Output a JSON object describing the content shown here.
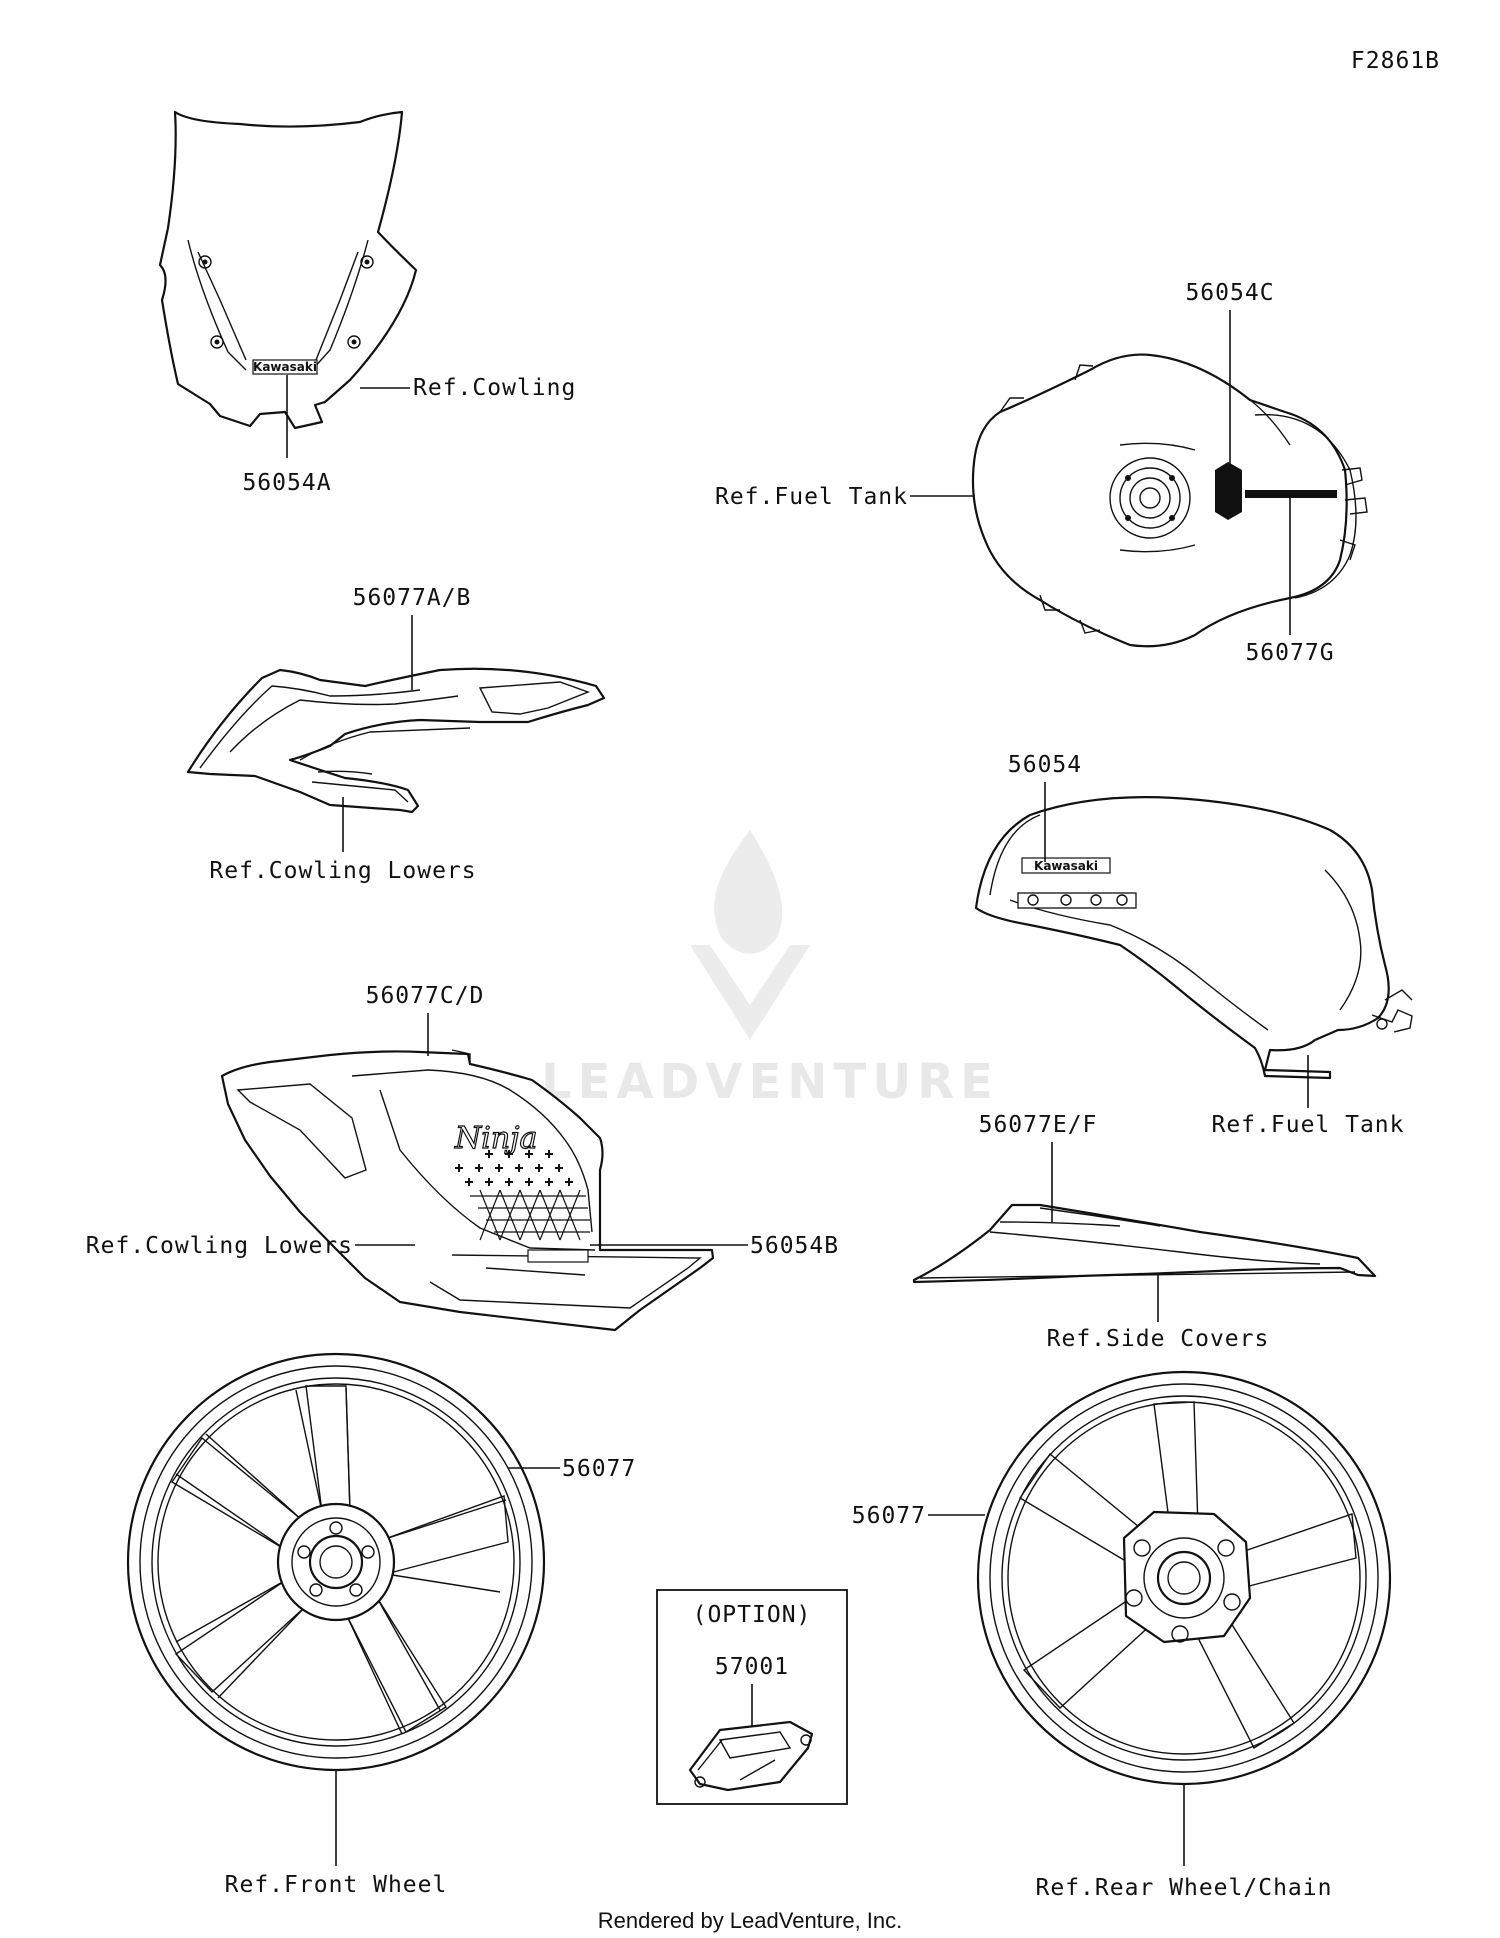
{
  "figure_id": "F2861B",
  "watermark": "LEADVENTURE",
  "footer": "Rendered by LeadVenture, Inc.",
  "brand_text": "Kawasaki",
  "script_text": "Ninja",
  "option_box": {
    "title": "(OPTION)",
    "part": "57001"
  },
  "labels": {
    "p56054A": "56054A",
    "refCowling": "Ref.Cowling",
    "p56054C": "56054C",
    "refFuelTank1": "Ref.Fuel Tank",
    "p56077G": "56077G",
    "p56077AB": "56077A/B",
    "refCowlingLowers1": "Ref.Cowling Lowers",
    "p56054": "56054",
    "refFuelTank2": "Ref.Fuel Tank",
    "p56077CD": "56077C/D",
    "refCowlingLowers2": "Ref.Cowling Lowers",
    "p56054B": "56054B",
    "p56077EF": "56077E/F",
    "refSideCovers": "Ref.Side Covers",
    "p56077front": "56077",
    "p56077rear": "56077",
    "refFrontWheel": "Ref.Front Wheel",
    "refRearWheel": "Ref.Rear Wheel/Chain"
  }
}
